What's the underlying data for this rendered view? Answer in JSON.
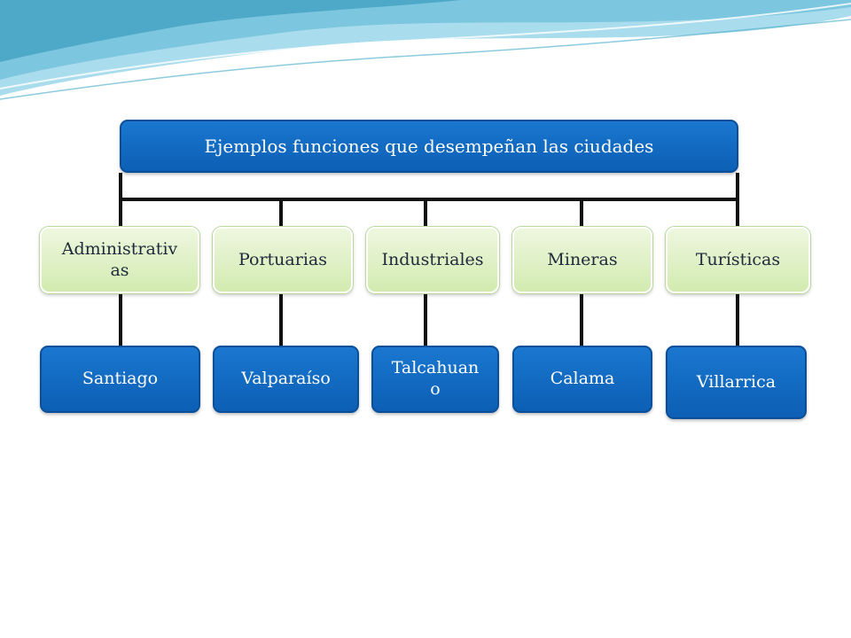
{
  "diagram": {
    "title": "Ejemplos funciones que desempeñan las ciudades",
    "branches": [
      {
        "category": "Administrativ\nas",
        "city": "Santiago"
      },
      {
        "category": "Portuarias",
        "city": "Valparaíso"
      },
      {
        "category": "Industriales",
        "city": "Talcahuan\no"
      },
      {
        "category": "Mineras",
        "city": "Calama"
      },
      {
        "category": "Turísticas",
        "city": "Villarrica"
      }
    ]
  },
  "colors": {
    "title_fill": "#1368c4",
    "city_fill": "#1368c4",
    "category_fill": "#dff0c6",
    "connector": "#111111",
    "wave_light": "#a9dcec",
    "wave_dark": "#4ea9c8"
  }
}
